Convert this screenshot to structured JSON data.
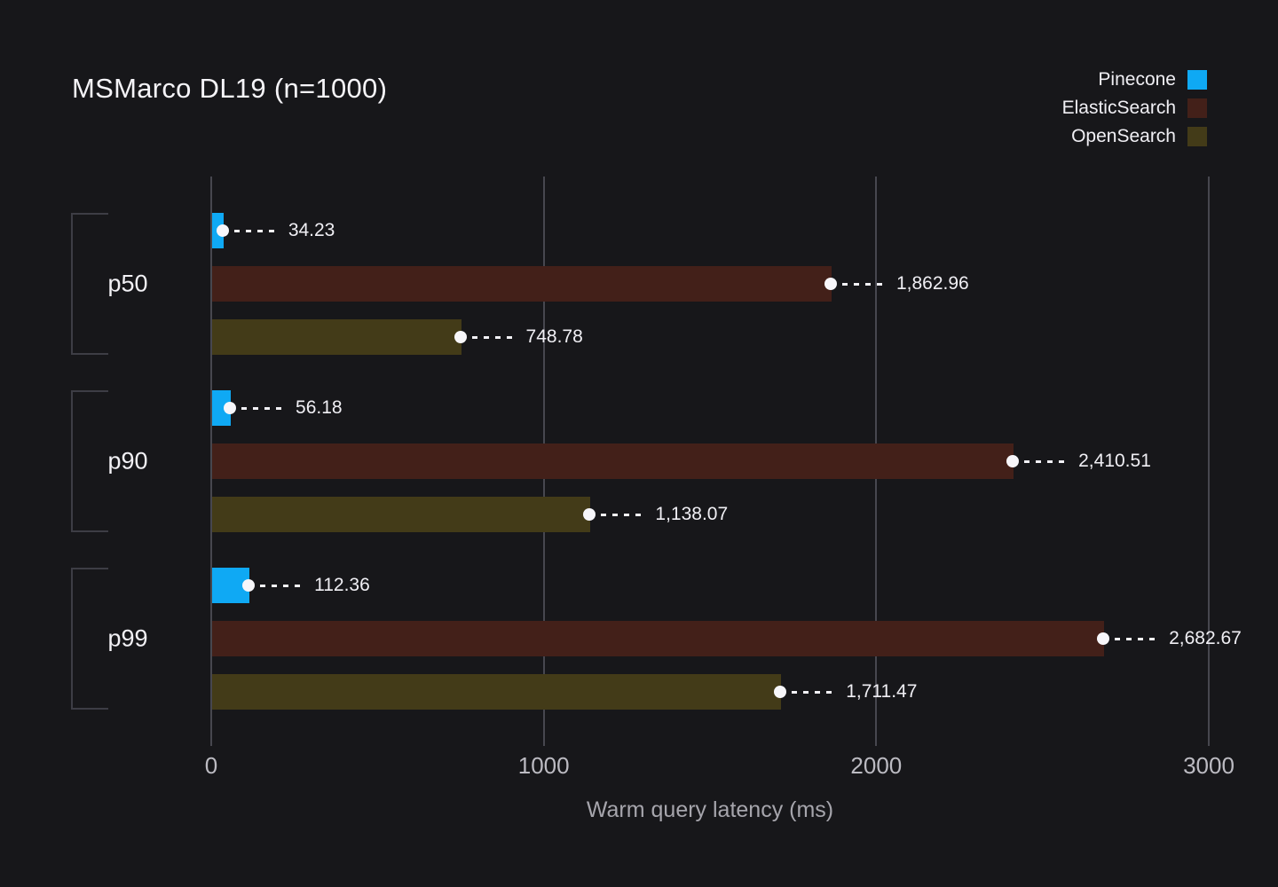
{
  "chart_data": {
    "type": "bar",
    "orientation": "horizontal",
    "title": "MSMarco DL19 (n=1000)",
    "xlabel": "Warm query latency (ms)",
    "categories": [
      "p50",
      "p90",
      "p99"
    ],
    "series": [
      {
        "name": "Pinecone",
        "color": "#0fa9f4",
        "values": [
          34.23,
          56.18,
          112.36
        ],
        "value_labels": [
          "34.23",
          "56.18",
          "112.36"
        ]
      },
      {
        "name": "ElasticSearch",
        "color": "#432019",
        "values": [
          1862.96,
          2410.51,
          2682.67
        ],
        "value_labels": [
          "1,862.96",
          "2,410.51",
          "2,682.67"
        ]
      },
      {
        "name": "OpenSearch",
        "color": "#433b18",
        "values": [
          748.78,
          1138.07,
          1711.47
        ],
        "value_labels": [
          "748.78",
          "1,138.07",
          "1,711.47"
        ]
      }
    ],
    "xlim": [
      0,
      3000
    ],
    "xticks": [
      {
        "value": 0,
        "label": "0"
      },
      {
        "value": 1000,
        "label": "1000"
      },
      {
        "value": 2000,
        "label": "2000"
      },
      {
        "value": 3000,
        "label": "3000"
      }
    ],
    "grid": true,
    "legend_position": "top-right"
  },
  "colors": {
    "background": "#17171a",
    "gridline": "#47474f",
    "bracket": "#3d3d45",
    "dot": "#f7f6fa",
    "leader": "#f2f1f6",
    "title_text": "#f5f4f8",
    "value_label_text": "#f0eff4",
    "tick_label_text": "#bcbbc2",
    "axis_label_text": "#a6a5ac"
  }
}
